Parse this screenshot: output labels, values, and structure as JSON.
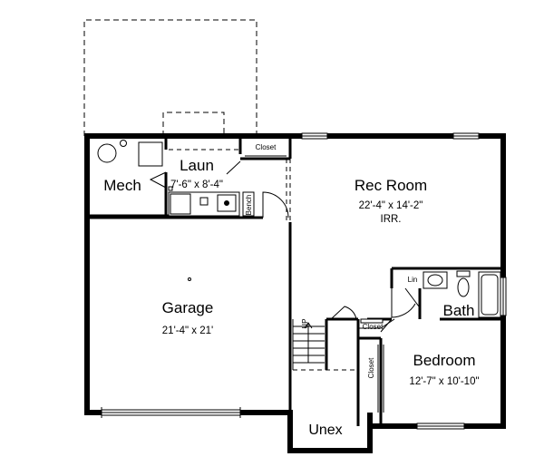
{
  "plan": {
    "rooms": {
      "rec_room": {
        "name": "Rec Room",
        "dims": "22'-4\" x 14'-2\"",
        "note": "IRR."
      },
      "garage": {
        "name": "Garage",
        "dims": "21'-4\" x 21'"
      },
      "bedroom": {
        "name": "Bedroom",
        "dims": "12'-7\" x 10'-10\""
      },
      "laundry": {
        "name": "Laun",
        "dims": "7'-6\" x 8'-4\""
      },
      "mech": {
        "name": "Mech"
      },
      "bath": {
        "name": "Bath"
      },
      "unex": {
        "name": "Unex"
      }
    },
    "small_labels": {
      "closet_top": "Closet",
      "closet_mid": "Closet",
      "closet_bedroom": "Closet",
      "linen": "Lin",
      "bench": "Bench",
      "stair_up": "UP"
    },
    "colors": {
      "wall": "#000000",
      "line": "#000000",
      "background": "#ffffff"
    }
  }
}
